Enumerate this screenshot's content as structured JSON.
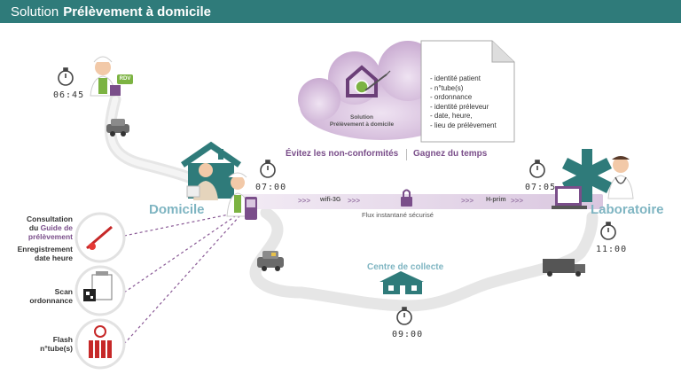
{
  "header": {
    "prefix": "Solution",
    "title": "Prélèvement à domicile"
  },
  "times": {
    "t1": "06:45",
    "t2": "07:00",
    "t3": "07:05",
    "t4": "11:00",
    "t5": "09:00"
  },
  "badges": {
    "rdv": "RDV"
  },
  "locations": {
    "domicile": "Domicile",
    "laboratoire": "Laboratoire",
    "centre": "Centre de collecte"
  },
  "cloud": {
    "line1": "Solution",
    "line2": "Prélèvement à domicile"
  },
  "document": {
    "items": [
      "identité patient",
      "n°tube(s)",
      "ordonnance",
      "identité préleveur",
      "date, heure,",
      "lieu de prélèvement"
    ]
  },
  "banners": {
    "left": "Évitez les non-conformités",
    "right": "Gagnez du temps"
  },
  "flux": {
    "wifi": "wifi-3G",
    "hprim": "H-prim",
    "secure": "Flux instantané sécurisé",
    "arrows": ">>>"
  },
  "steps": {
    "consult_a": "Consultation",
    "consult_b_prefix": "du ",
    "consult_b_em": "Guide de",
    "consult_c": "prélèvement",
    "enreg_a": "Enregistrement",
    "enreg_b": "date heure",
    "scan_a": "Scan",
    "scan_b": "ordonnance",
    "flash_a": "Flash",
    "flash_b": "n°tube(s)"
  },
  "colors": {
    "teal": "#2f7b7a",
    "purple": "#8a5a96",
    "road": "#e4e4e4",
    "green": "#7cb342"
  }
}
